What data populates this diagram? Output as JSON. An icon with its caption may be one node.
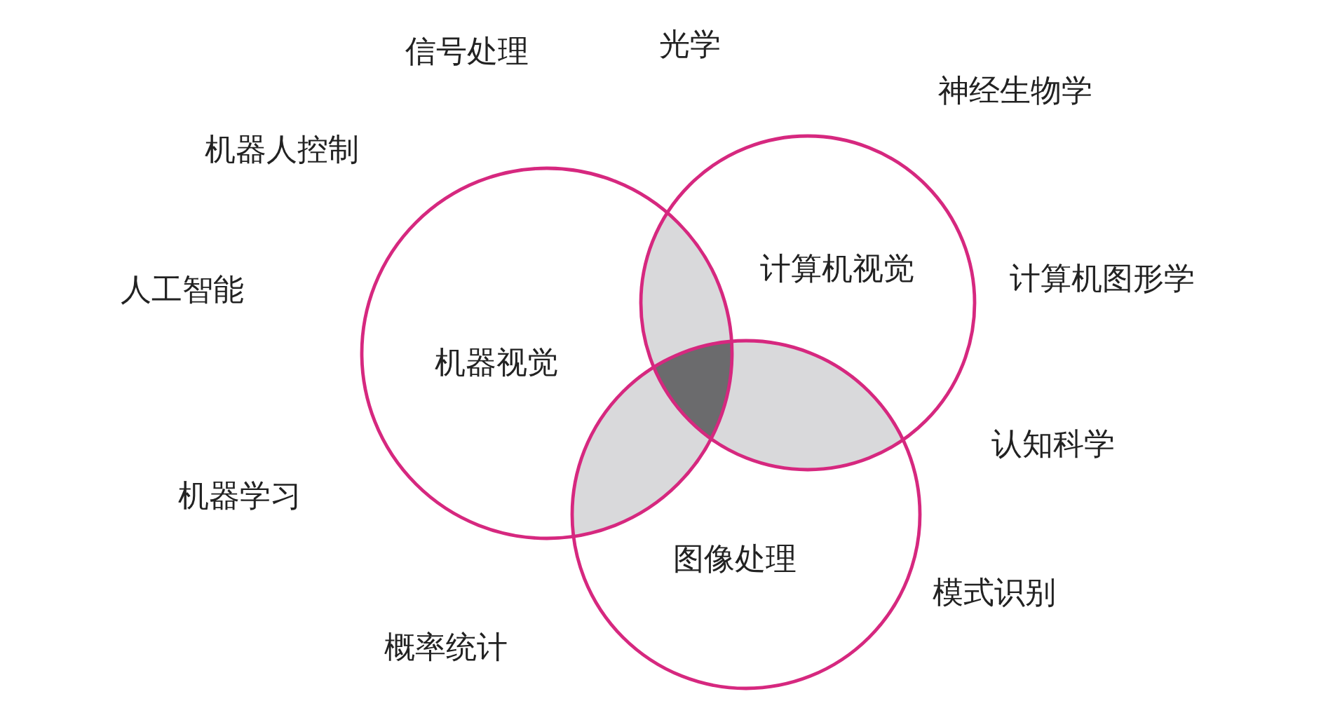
{
  "diagram": {
    "nodes": [
      {
        "text": [
          "机器视觉"
        ]
      },
      {
        "text": [
          "计算机视觉"
        ]
      },
      {
        "text": [
          "图像处理"
        ]
      }
    ],
    "labels": [
      "信号处理",
      "光学",
      "神经生物学",
      "机器人控制",
      "计算机图形学",
      "人工智能",
      "认知科学",
      "机器学习",
      "模式识别",
      "概率统计"
    ]
  }
}
